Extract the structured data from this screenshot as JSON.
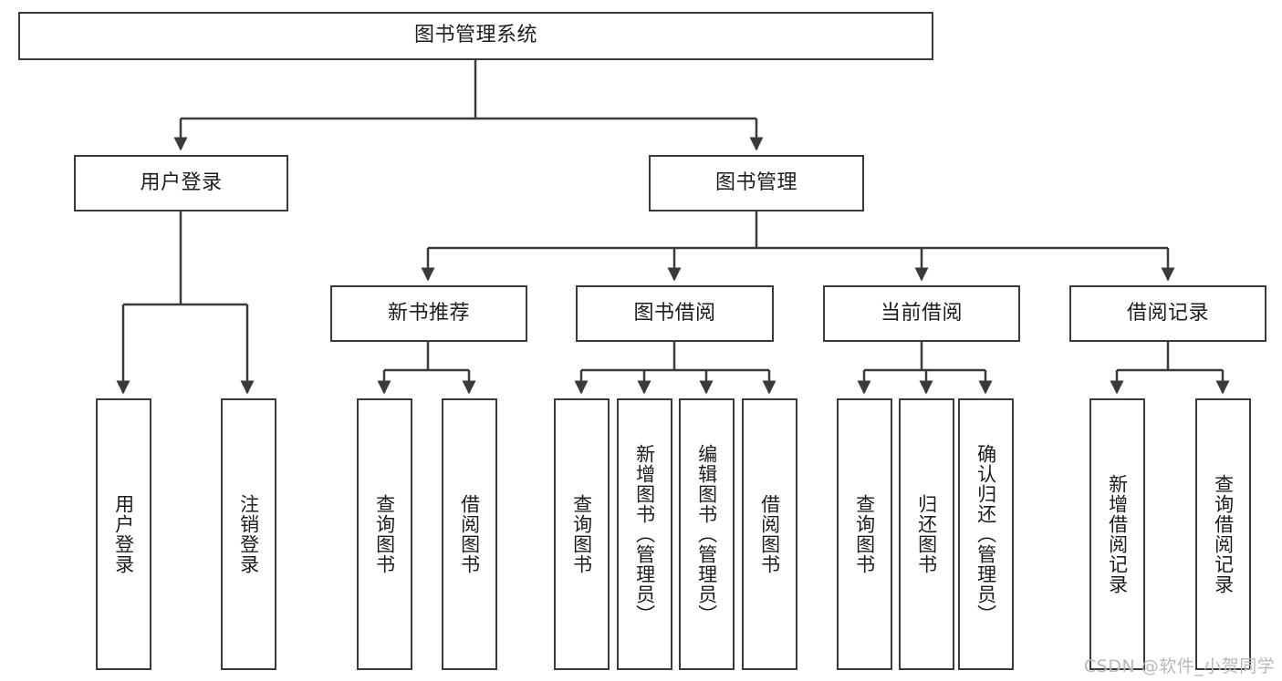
{
  "diagram": {
    "title": "图书管理系统",
    "type": "tree-hierarchy",
    "orientation": "top-down",
    "colors": {
      "box_border": "#3a3a3a",
      "box_fill": "#ffffff",
      "edge": "#3a3a3a",
      "text": "#1c1c1c",
      "watermark": "#b9b9b9",
      "background": "#ffffff"
    }
  },
  "nodes": {
    "root": {
      "label": "图书管理系统"
    },
    "level1": [
      {
        "label": "用户登录"
      },
      {
        "label": "图书管理"
      }
    ],
    "level2": [
      {
        "label": "新书推荐"
      },
      {
        "label": "图书借阅"
      },
      {
        "label": "当前借阅"
      },
      {
        "label": "借阅记录"
      }
    ],
    "leaves_user_login": [
      {
        "label": "用户登录"
      },
      {
        "label": "注销登录"
      }
    ],
    "leaves_new_book": [
      {
        "label": "查询图书"
      },
      {
        "label": "借阅图书"
      }
    ],
    "leaves_borrow": [
      {
        "label": "查询图书"
      },
      {
        "label": "新增图书（管理员）"
      },
      {
        "label": "编辑图书（管理员）"
      },
      {
        "label": "借阅图书"
      }
    ],
    "leaves_current": [
      {
        "label": "查询图书"
      },
      {
        "label": "归还图书"
      },
      {
        "label": "确认归还（管理员）"
      }
    ],
    "leaves_records": [
      {
        "label": "新增借阅记录"
      },
      {
        "label": "查询借阅记录"
      }
    ]
  },
  "watermark": {
    "text": "CSDN @软件_小贺同学"
  }
}
